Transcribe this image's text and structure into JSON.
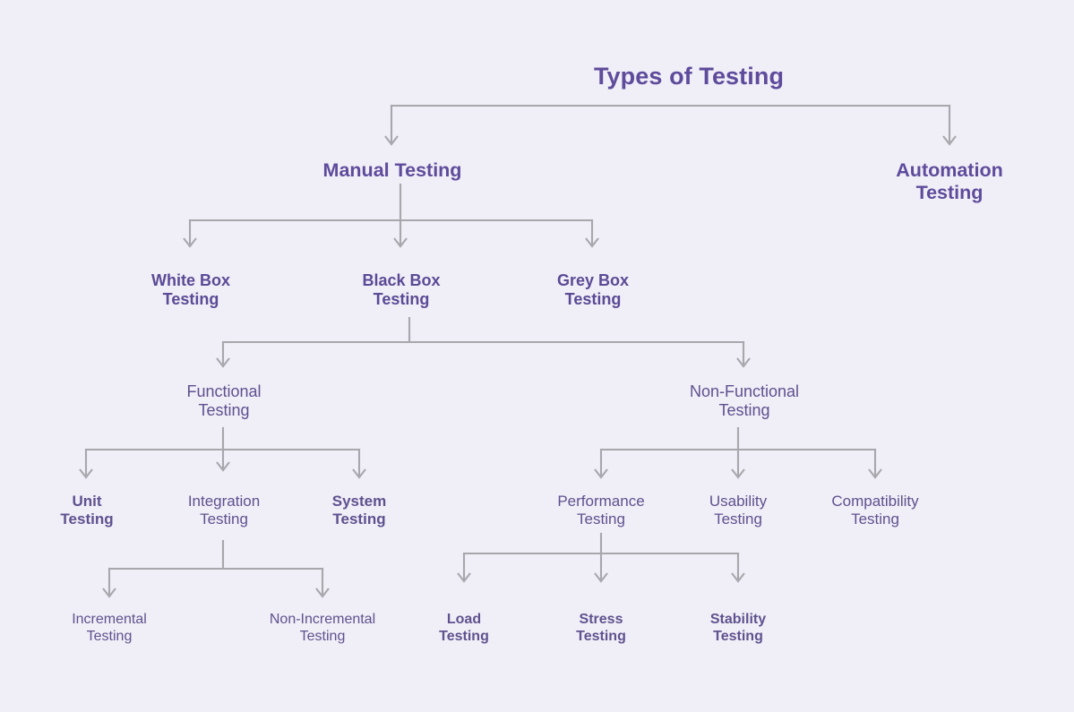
{
  "diagram": {
    "title": "Types of Testing",
    "background_color": "#f0eef6",
    "text_color": "#5b4a96",
    "connector_color": "#a7a7ad",
    "nodes": {
      "root": "Types of Testing",
      "manual": "Manual Testing",
      "automation": "Automation\nTesting",
      "white_box": "White Box\nTesting",
      "black_box": "Black Box\nTesting",
      "grey_box": "Grey Box\nTesting",
      "functional": "Functional\nTesting",
      "non_functional": "Non-Functional\nTesting",
      "unit": "Unit\nTesting",
      "integration": "Integration\nTesting",
      "system": "System\nTesting",
      "performance": "Performance\nTesting",
      "usability": "Usability\nTesting",
      "compatibility": "Compatibility\nTesting",
      "incremental": "Incremental\nTesting",
      "non_incremental": "Non-Incremental\nTesting",
      "load": "Load\nTesting",
      "stress": "Stress\nTesting",
      "stability": "Stability\nTesting"
    },
    "hierarchy": [
      {
        "level": 0,
        "label": "Types of Testing",
        "children": [
          "Manual Testing",
          "Automation Testing"
        ]
      },
      {
        "level": 1,
        "label": "Manual Testing",
        "children": [
          "White Box Testing",
          "Black Box Testing",
          "Grey Box Testing"
        ]
      },
      {
        "level": 1,
        "label": "Automation Testing",
        "children": []
      },
      {
        "level": 2,
        "label": "White Box Testing",
        "children": []
      },
      {
        "level": 2,
        "label": "Black Box Testing",
        "children": [
          "Functional Testing",
          "Non-Functional Testing"
        ]
      },
      {
        "level": 2,
        "label": "Grey Box Testing",
        "children": []
      },
      {
        "level": 3,
        "label": "Functional Testing",
        "children": [
          "Unit Testing",
          "Integration Testing",
          "System Testing"
        ]
      },
      {
        "level": 3,
        "label": "Non-Functional Testing",
        "children": [
          "Performance Testing",
          "Usability Testing",
          "Compatibility Testing"
        ]
      },
      {
        "level": 4,
        "label": "Unit Testing",
        "children": []
      },
      {
        "level": 4,
        "label": "Integration Testing",
        "children": [
          "Incremental Testing",
          "Non-Incremental Testing"
        ]
      },
      {
        "level": 4,
        "label": "System Testing",
        "children": []
      },
      {
        "level": 4,
        "label": "Performance Testing",
        "children": [
          "Load Testing",
          "Stress Testing",
          "Stability Testing"
        ]
      },
      {
        "level": 4,
        "label": "Usability Testing",
        "children": []
      },
      {
        "level": 4,
        "label": "Compatibility Testing",
        "children": []
      },
      {
        "level": 5,
        "label": "Incremental Testing",
        "children": []
      },
      {
        "level": 5,
        "label": "Non-Incremental Testing",
        "children": []
      },
      {
        "level": 5,
        "label": "Load Testing",
        "children": []
      },
      {
        "level": 5,
        "label": "Stress Testing",
        "children": []
      },
      {
        "level": 5,
        "label": "Stability Testing",
        "children": []
      }
    ]
  }
}
